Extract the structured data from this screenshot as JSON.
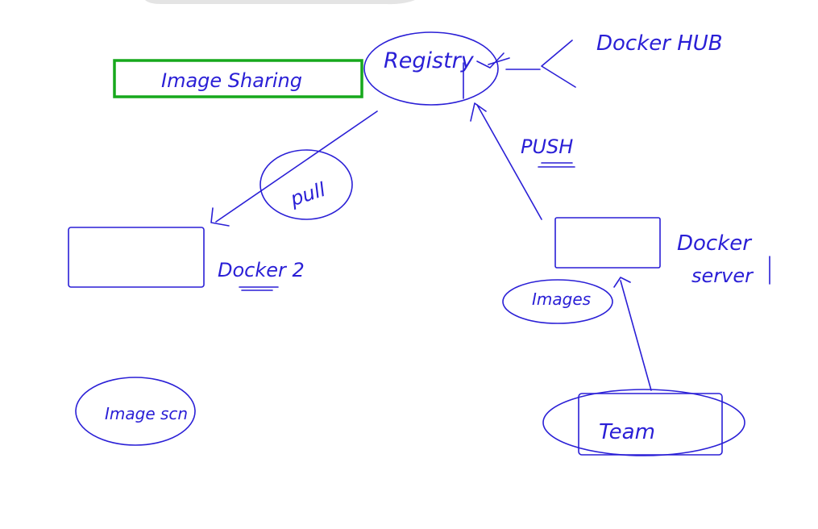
{
  "colors": {
    "ink": "#2a1fd6",
    "highlight_box": "#16a81c",
    "toolbar_shadow": "#d9d9d9",
    "background": "#ffffff"
  },
  "labels": {
    "registry": "Registry",
    "docker_hub": "Docker HUB",
    "image_sharing": "Image Sharing",
    "pull": "pull",
    "push": "PUSH",
    "docker_2": "Docker 2",
    "docker_server_line1": "Docker",
    "docker_server_line2": "server",
    "images": "Images",
    "image_scan": "Image scn",
    "team": "Team"
  }
}
